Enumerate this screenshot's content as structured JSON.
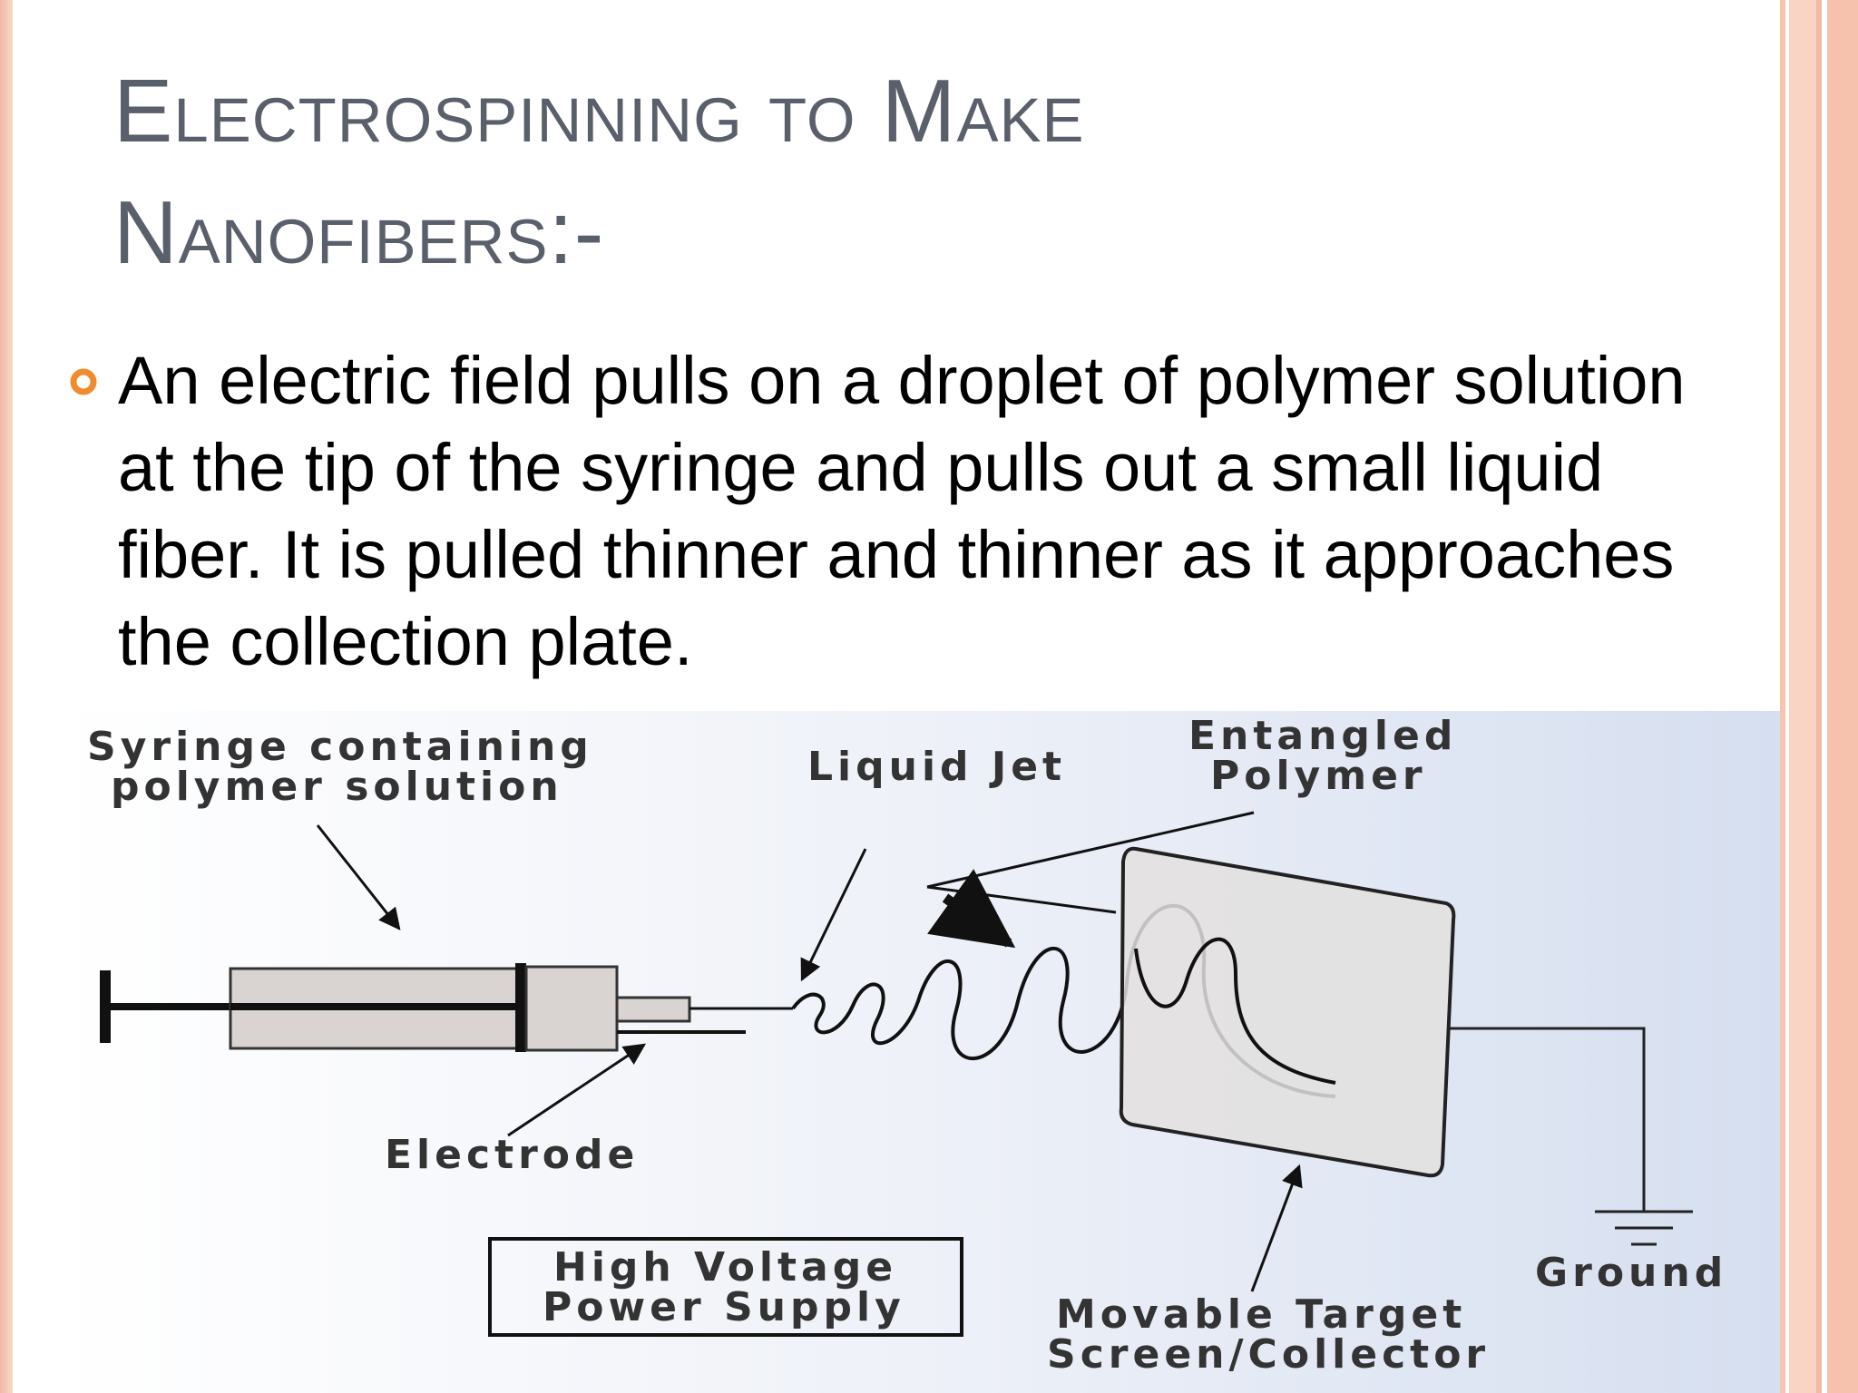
{
  "slide": {
    "title_line1": "Electrospinning to Make",
    "title_line2": "Nanofibers:-",
    "bullet_text": "An electric field pulls on a droplet of polymer solution at the tip of the syringe and pulls out a small liquid fiber.  It is pulled thinner and thinner as it approaches the collection plate."
  },
  "diagram": {
    "labels": {
      "syringe_line1": "Syringe containing",
      "syringe_line2": "polymer solution",
      "liquid_jet": "Liquid Jet",
      "entangled_line1": "Entangled",
      "entangled_line2": "Polymer",
      "electrode": "Electrode",
      "power_line1": "High Voltage",
      "power_line2": "Power Supply",
      "target_line1": "Movable Target",
      "target_line2": "Screen/Collector",
      "ground": "Ground"
    }
  },
  "colors": {
    "title": "#5a5f6c",
    "bullet": "#f08c2e",
    "border": "#f6c2ad",
    "diagram_text": "#333333"
  },
  "icons": {
    "bullet": "circle-bullet-icon"
  }
}
